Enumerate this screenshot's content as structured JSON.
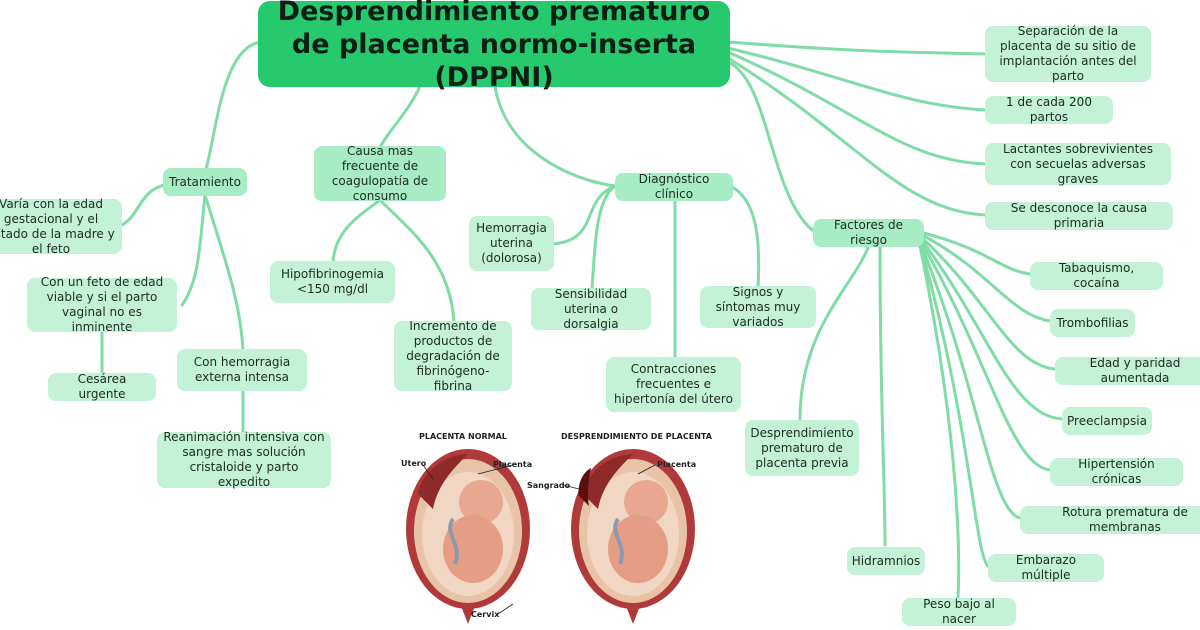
{
  "colors": {
    "link": "#7fdca5",
    "root_bg": "#27c96e",
    "branch_bg": "#a7ecc3",
    "leaf_bg": "#c4f2d7"
  },
  "root": {
    "title": "Desprendimiento prematuro de placenta normo-inserta (DPPNI)"
  },
  "definitions": [
    "Separación de la placenta de su sitio de implantación antes del parto",
    "1 de cada 200 partos",
    "Lactantes sobrevivientes con secuelas adversas graves",
    "Se desconoce la causa primaria"
  ],
  "tratamiento": {
    "label": "Tratamiento",
    "items": {
      "edad": "Varía con la edad gestacional y el estado de la madre y el feto",
      "feto_viable": "Con un feto de edad viable y si el parto vaginal no es inminente",
      "cesarea": "Cesárea urgente",
      "hemorragia": "Con hemorragia externa intensa",
      "reanimacion": "Reanimación intensiva con sangre mas solución cristaloide y parto expedito"
    }
  },
  "coagulopatia": {
    "label": "Causa mas frecuente de coagulopatía de consumo",
    "items": {
      "hipofibrinogemia": "Hipofibrinogemia <150 mg/dl",
      "productos": "Incremento de productos de degradación de fibrinógeno-fibrina"
    }
  },
  "diagnostico": {
    "label": "Diagnóstico clínico",
    "items": {
      "hemorragia": "Hemorragia uterina (dolorosa)",
      "sensibilidad": "Sensibilidad uterina o dorsalgia",
      "contracciones": "Contracciones frecuentes e hipertonía del útero",
      "signos": "Signos y síntomas muy variados"
    }
  },
  "factores": {
    "label": "Factores de riesgo",
    "items": {
      "tabaquismo": "Tabaquismo, cocaína",
      "trombofilias": "Trombofilias",
      "edad_paridad": "Edad y paridad aumentada",
      "preeclampsia": "Preeclampsia",
      "hipertension": "Hipertensión crónicas",
      "rotura": "Rotura prematura de membranas",
      "embarazo": "Embarazo múltiple",
      "peso_bajo": "Peso bajo al nacer",
      "hidramnios": "Hidramnios",
      "dppni_previo": "Desprendimiento prematuro de placenta previa"
    }
  },
  "illustration": {
    "caption_normal": "PLACENTA NORMAL",
    "caption_abruption": "DESPRENDIMIENTO DE PLACENTA",
    "label_utero": "Utero",
    "label_placenta_1": "Placenta",
    "label_placenta_2": "Placenta",
    "label_sangrado": "Sangrado",
    "label_cervix": "Cervix"
  }
}
